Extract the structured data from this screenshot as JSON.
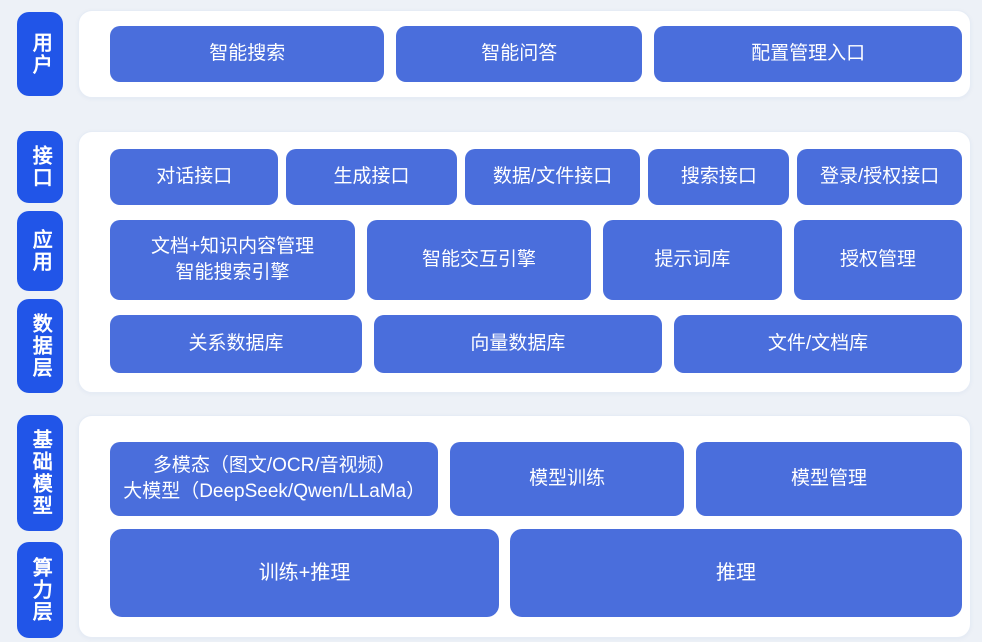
{
  "palette": {
    "page_bg": "#edf1f7",
    "panel_bg": "#ffffff",
    "panel_border": "#e6ecf5",
    "layer_chip_blue": "#2155e8",
    "node_blue": "#4a6edc",
    "text_white": "#ffffff"
  },
  "sections": [
    {
      "name": "user-layer",
      "chips": [
        {
          "label": "用户"
        }
      ],
      "rows": [
        {
          "boxes": [
            {
              "label": "智能搜索"
            },
            {
              "label": "智能问答"
            },
            {
              "label": "配置管理入口"
            }
          ]
        }
      ]
    },
    {
      "name": "interface-application-data",
      "chips": [
        {
          "label": "接口"
        },
        {
          "label": "应用"
        },
        {
          "label": "数据层"
        }
      ],
      "rows": [
        {
          "boxes": [
            {
              "label": "对话接口"
            },
            {
              "label": "生成接口"
            },
            {
              "label": "数据/文件接口"
            },
            {
              "label": "搜索接口"
            },
            {
              "label": "登录/授权接口"
            }
          ]
        },
        {
          "boxes": [
            {
              "line1": "文档+知识内容管理",
              "line2": "智能搜索引擎"
            },
            {
              "label": "智能交互引擎"
            },
            {
              "label": "提示词库"
            },
            {
              "label": "授权管理"
            }
          ]
        },
        {
          "boxes": [
            {
              "label": "关系数据库"
            },
            {
              "label": "向量数据库"
            },
            {
              "label": "文件/文档库"
            }
          ]
        }
      ]
    },
    {
      "name": "foundation-model-compute",
      "chips": [
        {
          "label": "基础模型"
        },
        {
          "label": "算力层"
        }
      ],
      "rows": [
        {
          "boxes": [
            {
              "line1": "多模态（图文/OCR/音视频）",
              "line2": "大模型（DeepSeek/Qwen/LLaMa）"
            },
            {
              "label": "模型训练"
            },
            {
              "label": "模型管理"
            }
          ]
        },
        {
          "boxes": [
            {
              "label": "训练+推理"
            },
            {
              "label": "推理"
            }
          ]
        }
      ]
    }
  ]
}
